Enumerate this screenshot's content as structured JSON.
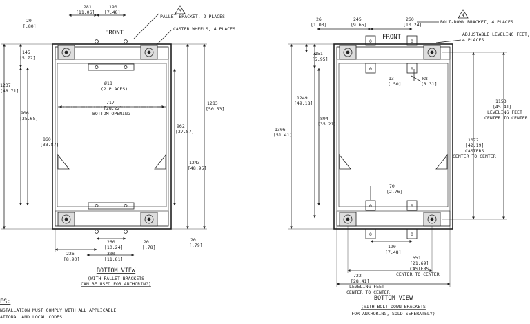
{
  "left_view": {
    "title": "BOTTOM VIEW",
    "subtitle_1": "(WITH PALLET BRACKETS",
    "subtitle_2": "CAN BE USED FOR ANCHORING)",
    "front_label": "FRONT",
    "note_3_marker": "3",
    "callout_pallet": "PALLET BRACKET, 2 PLACES",
    "callout_caster": "CASTER WHEELS, 4 PLACES",
    "hole_label_1": "Ø18",
    "hole_label_2": "(2 PLACES)",
    "dim_281_mm": "281",
    "dim_281_in": "[11.06]",
    "dim_190_mm": "190",
    "dim_190_in": "[7.48]",
    "dim_20a_mm": "20",
    "dim_20a_in": "[.80]",
    "dim_145_mm": "145",
    "dim_145_in": "[5.72]",
    "dim_1237_mm": "1237",
    "dim_1237_in": "[48.71]",
    "dim_906_mm": "906",
    "dim_906_in": "[35.68]",
    "dim_860_mm": "860",
    "dim_860_in": "[33.87]",
    "dim_717_mm": "717",
    "dim_717_in": "[28.22]",
    "dim_717_label": "BOTTOM OPENING",
    "dim_962_mm": "962",
    "dim_962_in": "[37.87]",
    "dim_1283_mm": "1283",
    "dim_1283_in": "[50.53]",
    "dim_1243_mm": "1243",
    "dim_1243_in": "[48.95]",
    "dim_226_mm": "226",
    "dim_226_in": "[8.90]",
    "dim_260_mm": "260",
    "dim_260_in": "[10.24]",
    "dim_300_mm": "300",
    "dim_300_in": "[11.81]",
    "dim_20b_mm": "20",
    "dim_20b_in": "[.78]",
    "dim_20c_mm": "20",
    "dim_20c_in": "[.79]"
  },
  "right_view": {
    "title": "BOTTOM VIEW",
    "subtitle_1": "(WITH BOLT-DOWN BRACKETS",
    "subtitle_2": "FOR ANCHORING, SOLD SEPERATELY)",
    "front_label": "FRONT",
    "note_4_marker": "4",
    "callout_bolt": "BOLT-DOWN BRACKET, 4 PLACES",
    "callout_feet_1": "ADJUSTABLE LEVELING FEET,",
    "callout_feet_2": "4 PLACES",
    "dim_26_mm": "26",
    "dim_26_in": "[1.03]",
    "dim_245_mm": "245",
    "dim_245_in": "[9.65]",
    "dim_260_mm": "260",
    "dim_260_in": "[10.24]",
    "dim_151_mm": "151",
    "dim_151_in": "[5.95]",
    "dim_13_mm": "13",
    "dim_13_in": "[.50]",
    "dim_r8_mm": "R8",
    "dim_r8_in": "[R.31]",
    "dim_1249_mm": "1249",
    "dim_1249_in": "[49.18]",
    "dim_894_mm": "894",
    "dim_894_in": "[35.21]",
    "dim_1306_mm": "1306",
    "dim_1306_in": "[51.41]",
    "dim_1153_mm": "1153",
    "dim_1153_in": "[45.41]",
    "dim_1153_l1": "LEVELING FEET",
    "dim_1153_l2": "CENTER TO CENTER",
    "dim_1072_mm": "1072",
    "dim_1072_in": "[42.19]",
    "dim_1072_l1": "CASTERS",
    "dim_1072_l2": "CENTER TO CENTER",
    "dim_70_mm": "70",
    "dim_70_in": "[2.76]",
    "dim_190_mm": "190",
    "dim_190_in": "[7.48]",
    "dim_551_mm": "551",
    "dim_551_in": "[21.69]",
    "dim_551_l1": "CASTERS",
    "dim_551_l2": "CENTER TO CENTER",
    "dim_722_mm": "722",
    "dim_722_in": "[28.41]",
    "dim_722_l1": "LEVELING FEET",
    "dim_722_l2": "CENTER TO CENTER"
  },
  "notes": {
    "heading": "ES:",
    "line_1": "NSTALLATION MUST COMPLY WITH ALL APPLICABLE",
    "line_2": "ATIONAL AND LOCAL CODES."
  }
}
